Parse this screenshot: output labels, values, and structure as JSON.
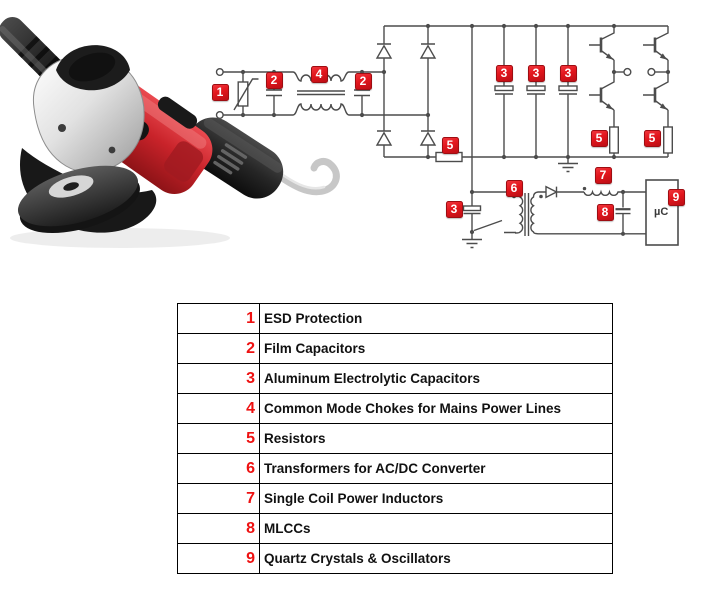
{
  "colors": {
    "marker_red": "#e2161d",
    "legend_number_red": "#ee1111",
    "schematic_line": "#4c4c4c",
    "grinder_red": "#c9232a",
    "background": "#ffffff"
  },
  "circuit": {
    "microcontroller_label": "µC",
    "markers": [
      {
        "number": "1",
        "component": "esd-protection-varistor"
      },
      {
        "number": "2",
        "component": "film-capacitor-input"
      },
      {
        "number": "4",
        "component": "common-mode-choke"
      },
      {
        "number": "2",
        "component": "film-capacitor-after-choke"
      },
      {
        "number": "3",
        "component": "aluminum-electrolytic-capacitor-1"
      },
      {
        "number": "3",
        "component": "aluminum-electrolytic-capacitor-2"
      },
      {
        "number": "3",
        "component": "aluminum-electrolytic-capacitor-3"
      },
      {
        "number": "5",
        "component": "series-resistor"
      },
      {
        "number": "5",
        "component": "half-bridge-resistor-1"
      },
      {
        "number": "5",
        "component": "half-bridge-resistor-2"
      },
      {
        "number": "3",
        "component": "aux-electrolytic-capacitor"
      },
      {
        "number": "6",
        "component": "acdc-transformer"
      },
      {
        "number": "7",
        "component": "single-coil-power-inductor"
      },
      {
        "number": "8",
        "component": "mlcc-capacitor"
      },
      {
        "number": "9",
        "component": "quartz-crystal-oscillator-mcu"
      }
    ]
  },
  "legend": {
    "items": [
      {
        "number": "1",
        "label": "ESD Protection"
      },
      {
        "number": "2",
        "label": "Film Capacitors"
      },
      {
        "number": "3",
        "label": "Aluminum Electrolytic Capacitors"
      },
      {
        "number": "4",
        "label": "Common Mode Chokes for Mains Power Lines"
      },
      {
        "number": "5",
        "label": "Resistors"
      },
      {
        "number": "6",
        "label": "Transformers for AC/DC Converter"
      },
      {
        "number": "7",
        "label": "Single Coil Power Inductors"
      },
      {
        "number": "8",
        "label": "MLCCs"
      },
      {
        "number": "9",
        "label": "Quartz Crystals & Oscillators"
      }
    ]
  }
}
